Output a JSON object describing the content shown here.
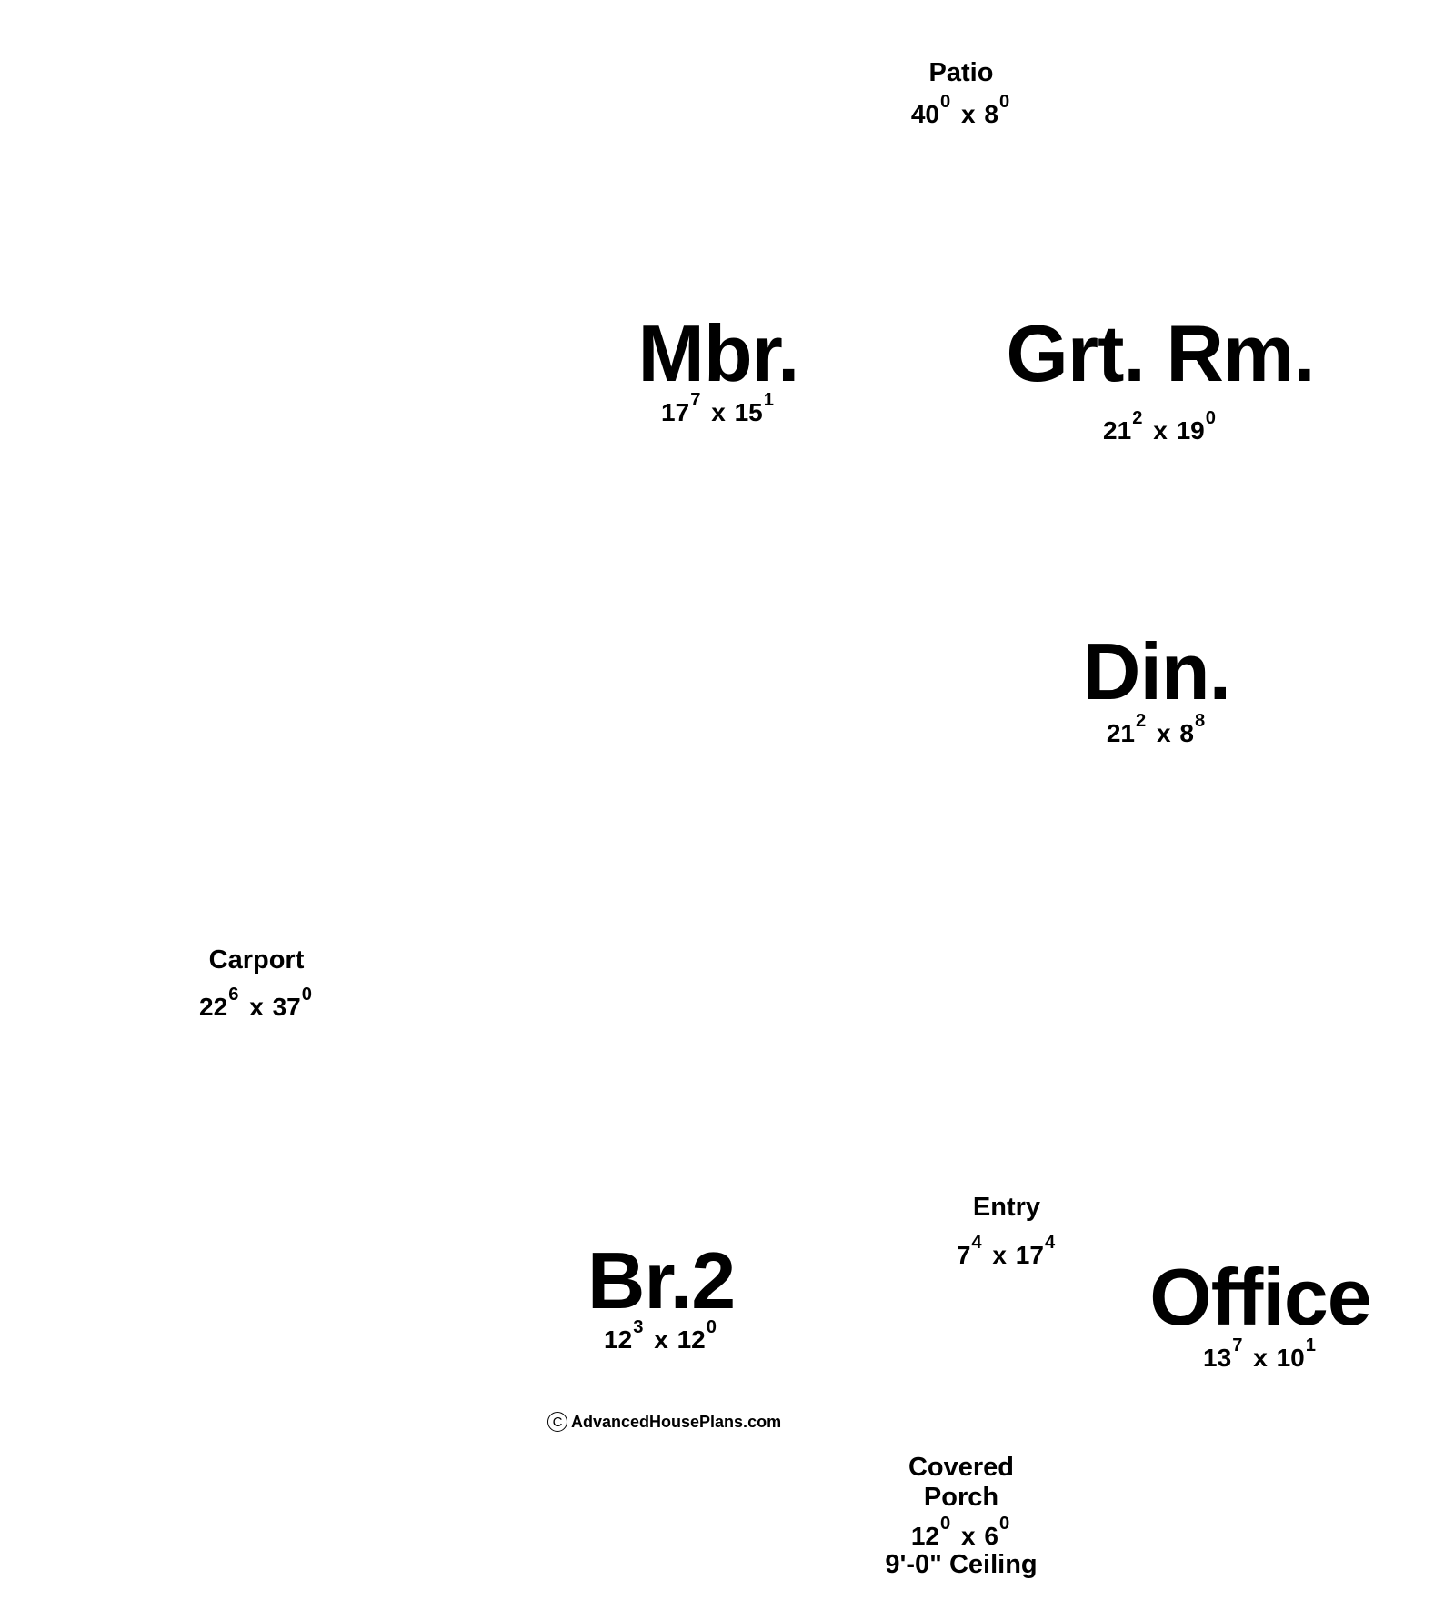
{
  "rooms": [
    {
      "id": "patio",
      "name": "Patio",
      "w": "40",
      "w_in": "0",
      "h": "8",
      "h_in": "0"
    },
    {
      "id": "mbr",
      "name": "Mbr.",
      "w": "17",
      "w_in": "7",
      "h": "15",
      "h_in": "1"
    },
    {
      "id": "grt-rm",
      "name": "Grt. Rm.",
      "w": "21",
      "w_in": "2",
      "h": "19",
      "h_in": "0"
    },
    {
      "id": "din",
      "name": "Din.",
      "w": "21",
      "w_in": "2",
      "h": "8",
      "h_in": "8"
    },
    {
      "id": "carport",
      "name": "Carport",
      "w": "22",
      "w_in": "6",
      "h": "37",
      "h_in": "0"
    },
    {
      "id": "entry",
      "name": "Entry",
      "w": "7",
      "w_in": "4",
      "h": "17",
      "h_in": "4"
    },
    {
      "id": "br2",
      "name": "Br.2",
      "w": "12",
      "w_in": "3",
      "h": "12",
      "h_in": "0"
    },
    {
      "id": "office",
      "name": "Office",
      "w": "13",
      "w_in": "7",
      "h": "10",
      "h_in": "1"
    },
    {
      "id": "covered-porch",
      "name_line1": "Covered",
      "name_line2": "Porch",
      "w": "12",
      "w_in": "0",
      "h": "6",
      "h_in": "0",
      "note": "9'-0\" Ceiling"
    }
  ],
  "dim_separator": "x",
  "copyright": {
    "symbol": "C",
    "text": "AdvancedHousePlans.com"
  }
}
